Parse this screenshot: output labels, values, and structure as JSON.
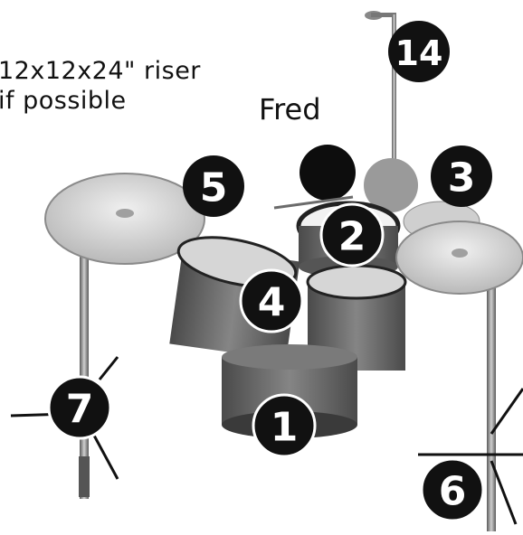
{
  "riser_note": "12x12x24\" riser\nif possible",
  "drummer_name": "Fred",
  "labels": {
    "floor_tom": "1",
    "snare": "2",
    "crash_right": "3",
    "rack_tom": "4",
    "crash_left": "5",
    "ride": "6",
    "hihat_stand": "7",
    "mic_stand": "14"
  },
  "colors": {
    "badge": "#111111",
    "drum_shell": "#6b6b6b",
    "cymbal": "#d8d8d8",
    "chrome": "#9a9a9a"
  }
}
